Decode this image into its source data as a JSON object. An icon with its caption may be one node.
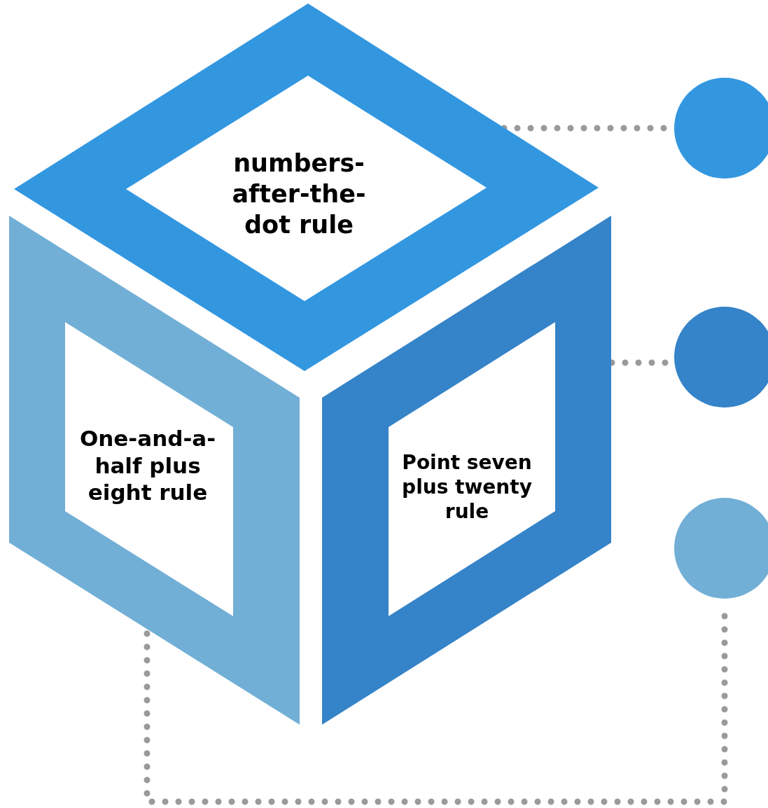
{
  "diagram": {
    "nodes": [
      {
        "text": [
          "numbers-after-the-dot rule"
        ]
      },
      {
        "text": [
          "One-and-a-half plus eight rule"
        ]
      },
      {
        "text": [
          "Point seven plus twenty rule"
        ]
      },
      {
        "text": [],
        "shape": "circle"
      },
      {
        "text": [],
        "shape": "circle"
      },
      {
        "text": [],
        "shape": "circle"
      }
    ],
    "edges": [
      {
        "from": 0,
        "to": 3,
        "arrow": "none"
      },
      {
        "from": 2,
        "to": 4,
        "arrow": "none"
      },
      {
        "from": 1,
        "to": 5,
        "arrow": "none"
      }
    ]
  }
}
